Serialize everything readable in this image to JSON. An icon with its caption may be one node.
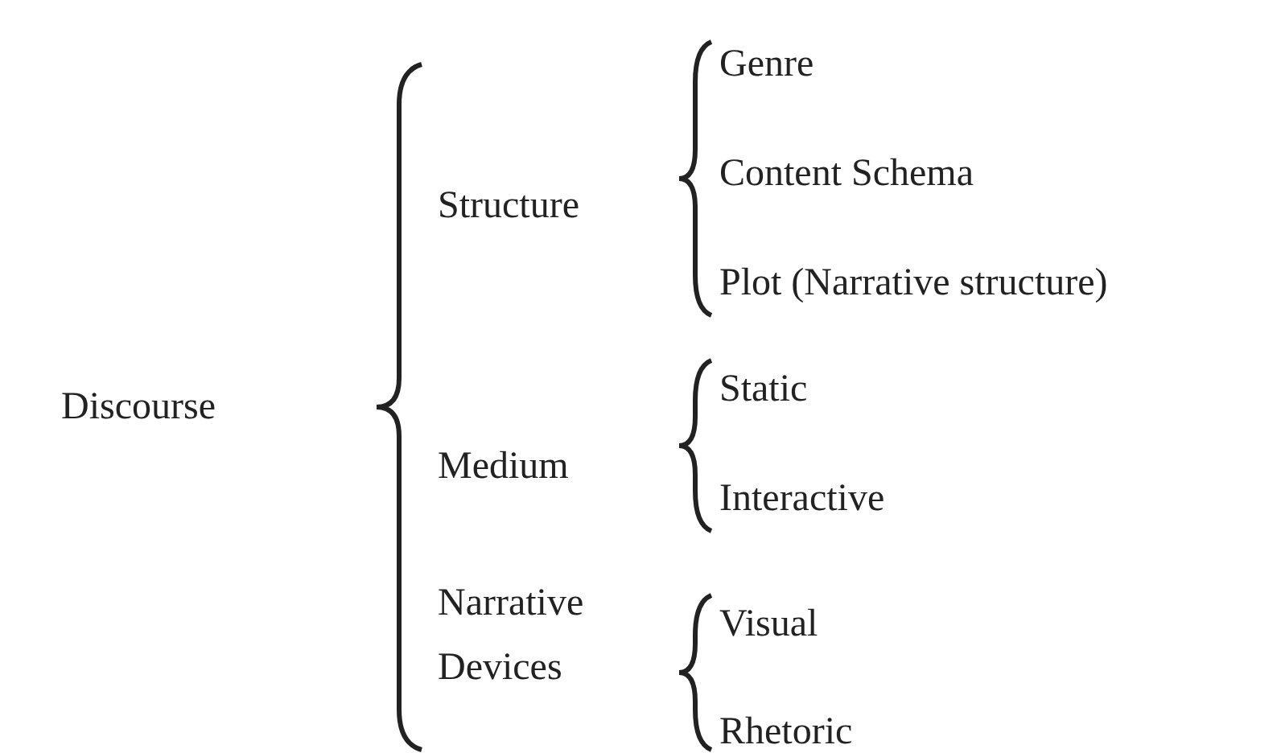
{
  "diagram": {
    "labels": [
      "Discourse",
      "Structure",
      "Genre",
      "Content Schema",
      "Plot (Narrative structure)",
      "Medium",
      "Static",
      "Interactive",
      "Narrative Devices",
      "Visual",
      "Rhetoric"
    ]
  }
}
